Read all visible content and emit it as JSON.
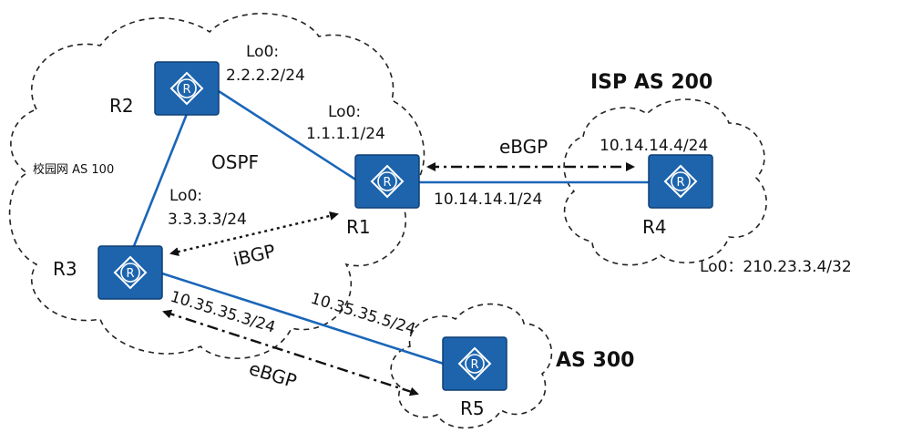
{
  "colors": {
    "router_fill": "#1d64ad",
    "router_stroke": "#0f3f75",
    "link": "#1a66b8",
    "ink": "#111111"
  },
  "routers": {
    "r1": {
      "name": "R1"
    },
    "r2": {
      "name": "R2"
    },
    "r3": {
      "name": "R3"
    },
    "r4": {
      "name": "R4"
    },
    "r5": {
      "name": "R5"
    }
  },
  "areas": {
    "campus": "校园网 AS 100",
    "isp": "ISP AS 200",
    "as300": "AS 300",
    "igp": "OSPF"
  },
  "addresses": {
    "r2_lo0_label": "Lo0:",
    "r2_lo0_ip": "2.2.2.2/24",
    "r1_lo0_label": "Lo0:",
    "r1_lo0_ip": "1.1.1.1/24",
    "r3_lo0_label": "Lo0:",
    "r3_lo0_ip": "3.3.3.3/24",
    "r4_lo0": "Lo0：210.23.3.4/32",
    "r4_if": "10.14.14.4/24",
    "r1_if": "10.14.14.1/24",
    "r3_if": "10.35.35.3/24",
    "r5_if": "10.35.35.5/24"
  },
  "sessions": {
    "ebgp_r1_r4": "eBGP",
    "ibgp_r1_r3": "iBGP",
    "ebgp_r3_r5": "eBGP"
  },
  "icons": {
    "router": "router-icon"
  }
}
